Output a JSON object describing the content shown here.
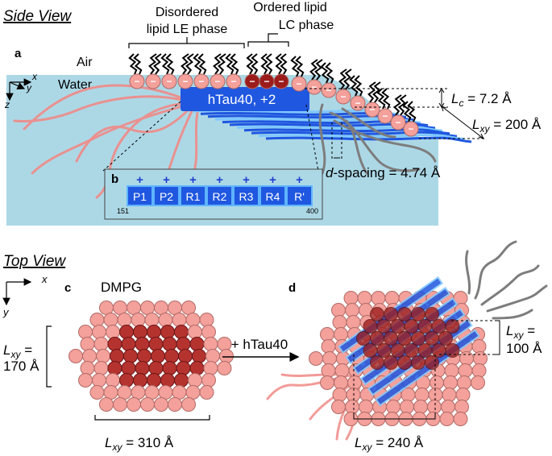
{
  "side_view": {
    "heading": "Side View",
    "panel_a": "a",
    "label_disordered_1": "Disordered",
    "label_disordered_2": "lipid LE phase",
    "label_ordered_1": "Ordered lipid",
    "label_ordered_2": "LC phase",
    "air": "Air",
    "water": "Water",
    "axis_x": "x",
    "axis_y": "y",
    "axis_z": "z",
    "protein_label": "hTau40, +2",
    "lc_symbol": "L",
    "lc_sub": "c",
    "lc_value": " = 7.2 Å",
    "lxy_symbol": "L",
    "lxy_sub": "xy",
    "lxy_value": " = 200 Å",
    "dspacing_d": "d",
    "dspacing_rest": "-spacing = 4.74 Å",
    "headgroup_charge": "−",
    "panel_b": "b",
    "domains": [
      "P1",
      "P2",
      "R1",
      "R2",
      "R3",
      "R4",
      "R'"
    ],
    "plus": "+",
    "res_start": "151",
    "res_end": "400"
  },
  "top_view": {
    "heading": "Top View",
    "axis_x": "x",
    "axis_y": "y",
    "panel_c": "c",
    "dmpg": "DMPG",
    "c_left_sym": "L",
    "c_left_sub": "xy",
    "c_left_eq": " =",
    "c_left_val": "170 Å",
    "c_bottom_sym": "L",
    "c_bottom_sub": "xy",
    "c_bottom_val": " = 310 Å",
    "arrow_label": "+ hTau40",
    "panel_d": "d",
    "d_right_sym": "L",
    "d_right_sub": "xy",
    "d_right_eq": " =",
    "d_right_val": "100 Å",
    "d_bottom_sym": "L",
    "d_bottom_sub": "xy",
    "d_bottom_val": " = 240 Å"
  },
  "colors": {
    "water": "#acd8e6",
    "lipid_light": "#f4a09b",
    "lipid_dark": "#b5332f",
    "lipid_darkest": "#9c1c1c",
    "protein": "#1f57e0",
    "strand_light": "#7fc8ff",
    "tail_pink": "#f08a87",
    "tail_gray": "#7d7d7d"
  }
}
